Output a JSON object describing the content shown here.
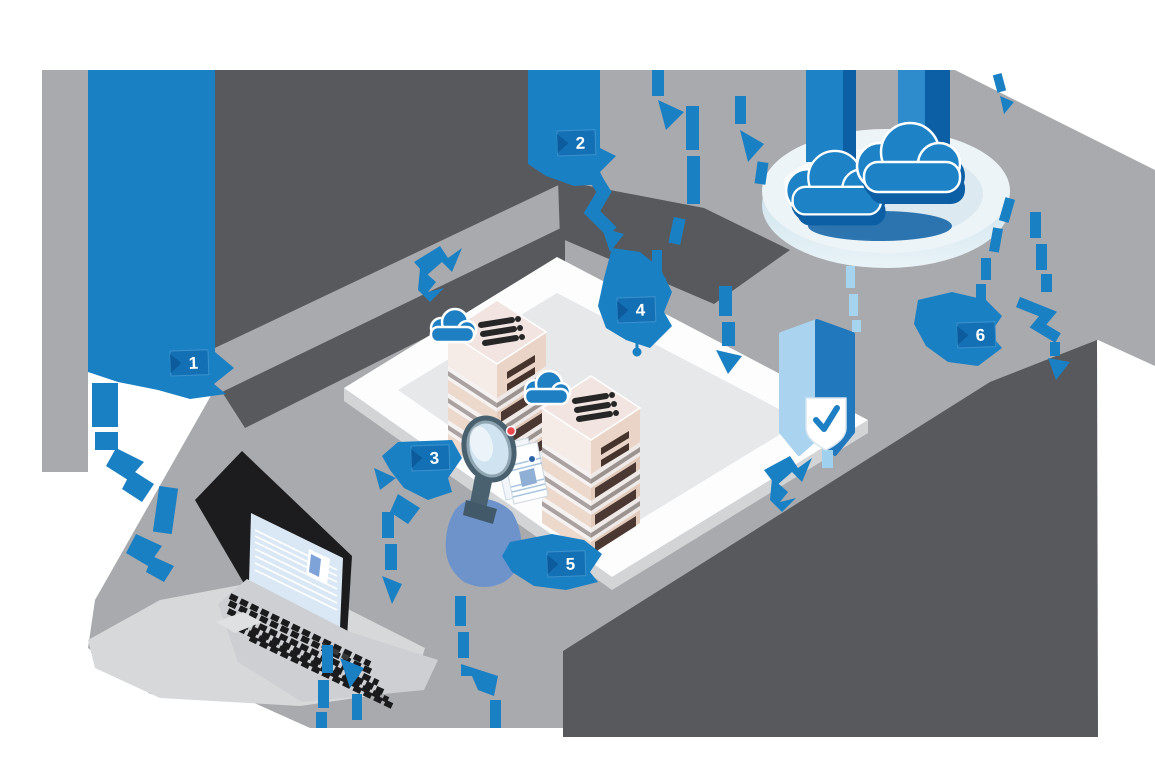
{
  "diagram": {
    "type": "isometric-cloud-data-flow-illustration",
    "markers": [
      {
        "number": "1"
      },
      {
        "number": "2"
      },
      {
        "number": "3"
      },
      {
        "number": "4"
      },
      {
        "number": "5"
      },
      {
        "number": "6"
      }
    ],
    "elements": [
      "laptop-with-document-screen",
      "magnifier-over-document",
      "server-stack-left",
      "server-stack-right",
      "server-platform",
      "cloud-platform-disc",
      "cloud-left",
      "cloud-right",
      "data-pillar-left",
      "data-pillar-right",
      "shield-with-checkmark",
      "dashed-flow-lines",
      "numbered-flag-markers"
    ],
    "colors": {
      "accent_blue": "#1a80c4",
      "accent_blue_dark": "#0c5fa5",
      "flag_blue": "#1470b4",
      "flag_chevron_blue": "#0b5b9d",
      "dark_gray": "#58595c",
      "mid_gray": "#a8aaad",
      "light_gray": "#d6d8da",
      "platform_white": "#fdfdfd",
      "platform_inner_gray": "#e7e8ea",
      "ellipse_top": "#edf4f7",
      "ellipse_side": "#cfe1e9",
      "cloud_blue": "#1e82c6",
      "server_top": "#f2e5e1",
      "server_front": "#f5ebe7",
      "server_side": "#e9d4c7",
      "server_vent_brown": "#4b3833",
      "laptop_black": "#1c1c1e",
      "laptop_screen_blue": "#d9e8f4",
      "laptop_deck_gray": "#cdcfd2",
      "lens_blue": "#cfe3f1",
      "lens_rim_slate": "#49606f",
      "magnifier_blob_blue": "#6e93cb",
      "shield_light_blue": "#a9d3ef",
      "shield_dark_blue": "#2278bd",
      "light_dash_blue": "#a6d4ee",
      "red_dot": "#e84a50",
      "doc_line_blue": "#a9c6e0"
    }
  }
}
